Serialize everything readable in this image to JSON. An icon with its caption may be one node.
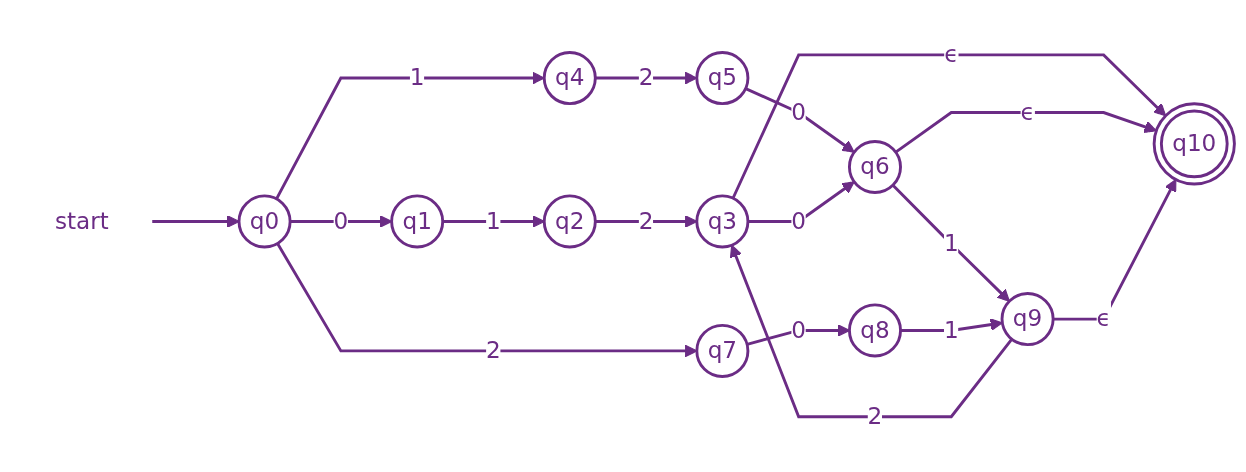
{
  "diagram": {
    "nodes": [
      {
        "text": [
          "start"
        ]
      },
      {
        "text": [
          "q0"
        ]
      },
      {
        "text": [
          "q1"
        ]
      },
      {
        "text": [
          "q2"
        ]
      },
      {
        "text": [
          "q3"
        ]
      },
      {
        "text": [
          "q4"
        ]
      },
      {
        "text": [
          "q5"
        ]
      },
      {
        "text": [
          "q6"
        ]
      },
      {
        "text": [
          "q7"
        ]
      },
      {
        "text": [
          "q8"
        ]
      },
      {
        "text": [
          "q9"
        ]
      },
      {
        "text": [
          "q10"
        ]
      }
    ],
    "edges": [
      {
        "from": 0,
        "to": 1,
        "arrow": "to"
      },
      {
        "from": 1,
        "to": 2,
        "arrow": "to",
        "label": "0"
      },
      {
        "from": 1,
        "to": 5,
        "arrow": "to",
        "label": "1"
      },
      {
        "from": 1,
        "to": 8,
        "arrow": "to",
        "label": "2"
      },
      {
        "from": 2,
        "to": 3,
        "arrow": "to",
        "label": "1"
      },
      {
        "from": 3,
        "to": 4,
        "arrow": "to",
        "label": "2"
      },
      {
        "from": 5,
        "to": 6,
        "arrow": "to",
        "label": "2"
      },
      {
        "from": 6,
        "to": 7,
        "arrow": "to",
        "label": "0"
      },
      {
        "from": 4,
        "to": 7,
        "arrow": "to",
        "label": "0"
      },
      {
        "from": 4,
        "to": 11,
        "arrow": "to",
        "label": "ϵ"
      },
      {
        "from": 7,
        "to": 11,
        "arrow": "to",
        "label": "ϵ"
      },
      {
        "from": 7,
        "to": 10,
        "arrow": "to",
        "label": "1"
      },
      {
        "from": 10,
        "to": 4,
        "arrow": "to",
        "label": "2"
      },
      {
        "from": 10,
        "to": 11,
        "arrow": "to",
        "label": "ϵ"
      },
      {
        "from": 8,
        "to": 9,
        "arrow": "to",
        "label": "0"
      },
      {
        "from": 9,
        "to": 10,
        "arrow": "to",
        "label": "1"
      }
    ]
  }
}
